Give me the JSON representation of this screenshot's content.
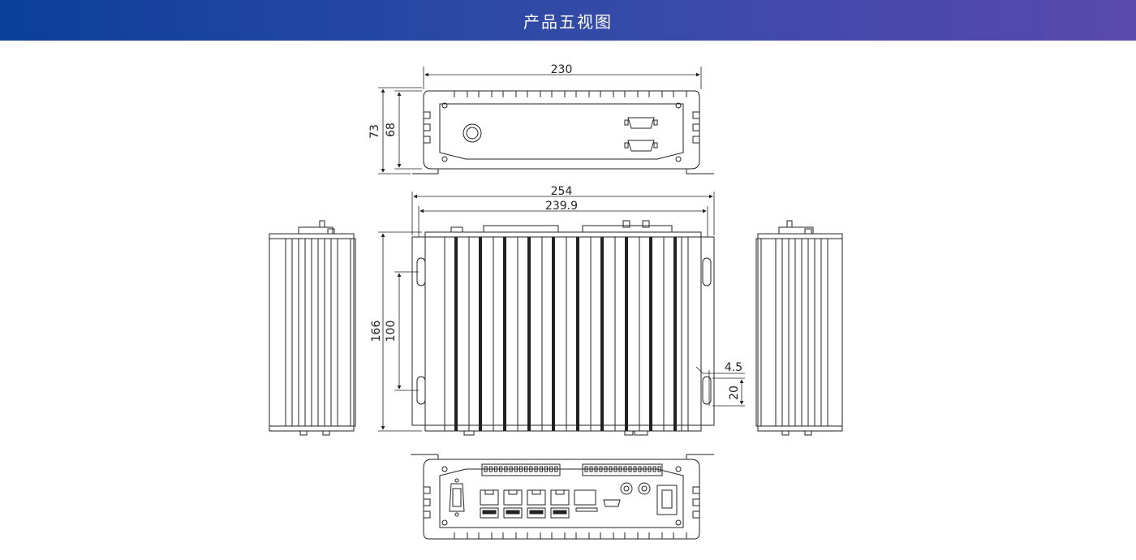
{
  "header": {
    "title": "产品五视图"
  },
  "dimensions": {
    "top_width": "230",
    "top_height_outer": "73",
    "top_height_inner": "68",
    "front_width_outer": "254",
    "front_width_inner": "239.9",
    "front_height": "166",
    "hole_spacing": "100",
    "hole_offset": "4.5",
    "hole_length": "20"
  },
  "colors": {
    "header_start": "#0b3f9a",
    "header_end": "#5a49ad",
    "line": "#222222"
  }
}
